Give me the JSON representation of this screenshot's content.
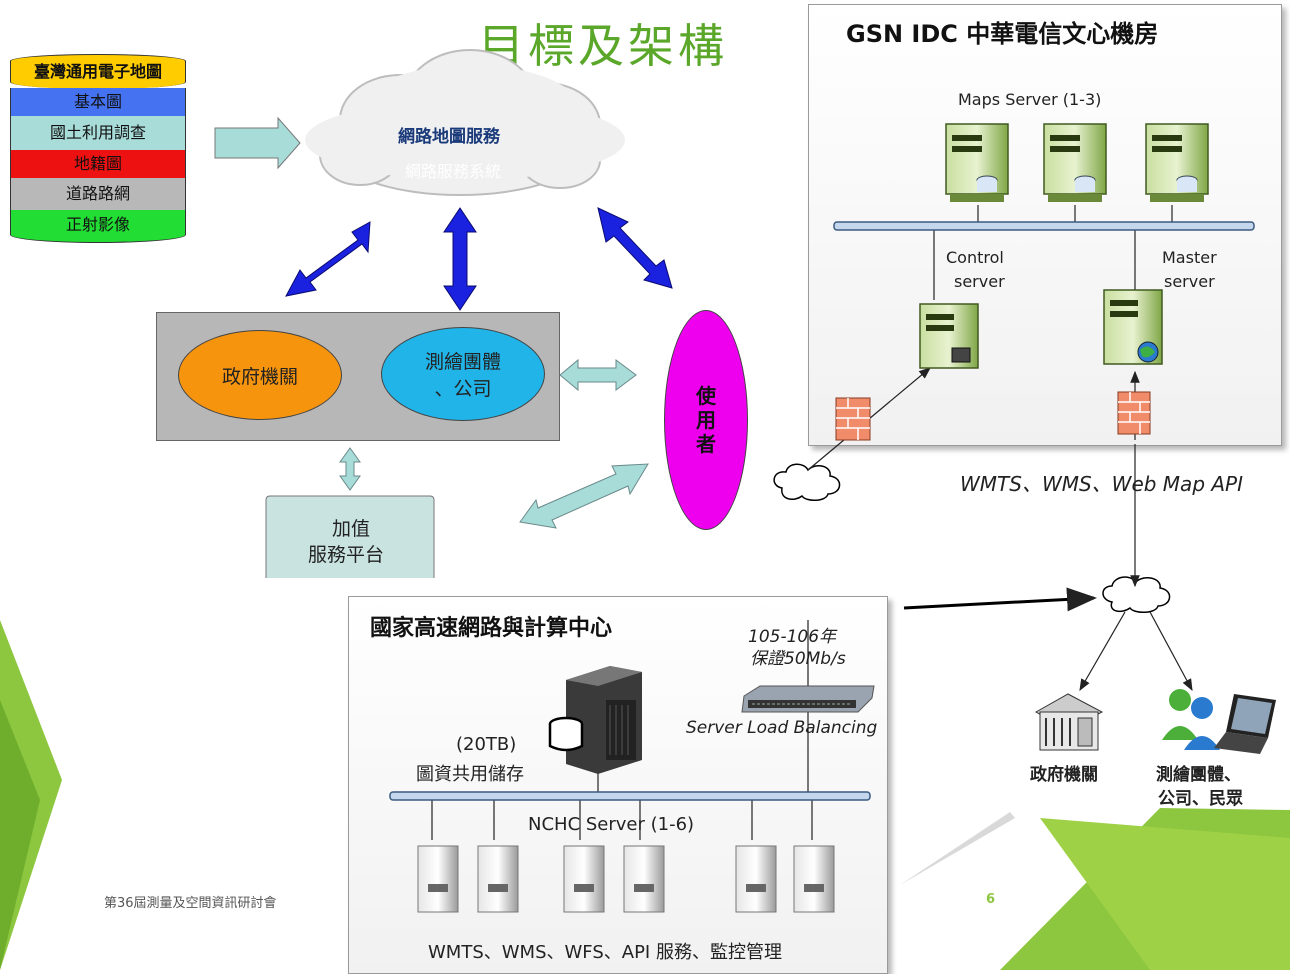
{
  "title": "目標及架構",
  "data_layers": [
    {
      "label": "臺灣通用電子地圖",
      "color": "#ffcc00"
    },
    {
      "label": "基本圖",
      "color": "#4472f0"
    },
    {
      "label": "國土利用調查",
      "color": "#a8dcd9"
    },
    {
      "label": "地籍圖",
      "color": "#ee1111"
    },
    {
      "label": "道路路網",
      "color": "#b8b8b8"
    },
    {
      "label": "正射影像",
      "color": "#22dd33"
    }
  ],
  "cloud": {
    "label": "網路地圖服務",
    "sublabel": "網路服務系統"
  },
  "orgs": {
    "gov": "政府機關",
    "survey_line1": "測繪團體",
    "survey_line2": "、公司"
  },
  "user": {
    "label": "使\n用\n者"
  },
  "value_platform": {
    "line1": "加值",
    "line2": "服務平台"
  },
  "gsn": {
    "title": "GSN IDC 中華電信文心機房",
    "maps_server": "Maps Server (1-3)",
    "control_server_1": "Control",
    "control_server_2": "server",
    "master_server_1": "Master",
    "master_server_2": "server"
  },
  "protocols": "WMTS、WMS、Web Map API",
  "nchc": {
    "title": "國家高速網路與計算中心",
    "bandwidth_1": "105-106年",
    "bandwidth_2": "保證50Mb/s",
    "slb": "Server Load Balancing",
    "storage_1": "(20TB)",
    "storage_2": "圖資共用儲存",
    "servers": "NCHC Server (1-6)",
    "services": "WMTS、WMS、WFS、API 服務、監控管理"
  },
  "clients": {
    "gov": "政府機關",
    "survey_1": "測繪團體、",
    "survey_2": "公司、民眾"
  },
  "footer": {
    "conference": "第36屆測量及空間資訊研討會",
    "page": "6"
  },
  "colors": {
    "title": "#5aa72a",
    "accent_green": "#8dc63f",
    "arrow_blue": "#1a22e0",
    "arrow_light": "#a8dcd9"
  }
}
